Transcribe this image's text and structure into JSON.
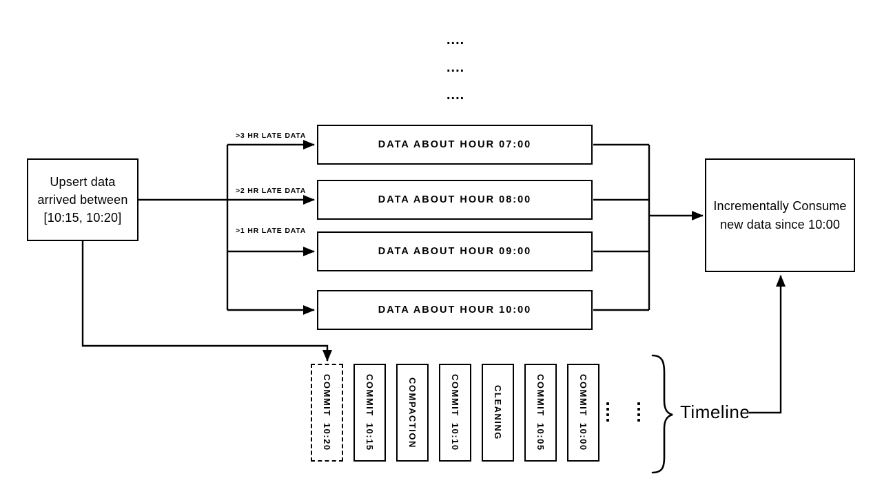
{
  "diagram": {
    "background": "#ffffff",
    "ink_color": "#000000",
    "top_ellipsis": {
      "rows": [
        "....",
        "....",
        "...."
      ]
    },
    "upsert_box": {
      "lines": [
        "Upsert data",
        "arrived between",
        "[10:15, 10:20]"
      ]
    },
    "late_labels": [
      {
        "text": ">3 HR LATE DATA"
      },
      {
        "text": ">2 HR LATE DATA"
      },
      {
        "text": ">1 HR LATE DATA"
      }
    ],
    "hour_boxes": [
      "DATA ABOUT HOUR 07:00",
      "DATA ABOUT HOUR 08:00",
      "DATA ABOUT HOUR 09:00",
      "DATA ABOUT HOUR 10:00"
    ],
    "consume_box": {
      "lines": [
        "Incrementally Consume",
        "new data since 10:00"
      ]
    },
    "timeline": {
      "entries": [
        {
          "label": "COMMIT  10:20",
          "border": "dashed"
        },
        {
          "label": "COMMIT  10:15",
          "border": "solid"
        },
        {
          "label": "COMPACTION",
          "border": "solid"
        },
        {
          "label": "COMMIT  10:10",
          "border": "solid"
        },
        {
          "label": "CLEANING",
          "border": "solid"
        },
        {
          "label": "COMMIT  10:05",
          "border": "solid"
        },
        {
          "label": "COMMIT  10:00",
          "border": "solid"
        }
      ],
      "ellipsis": [
        "⁞",
        "⁞"
      ],
      "label": "Timeline"
    }
  }
}
